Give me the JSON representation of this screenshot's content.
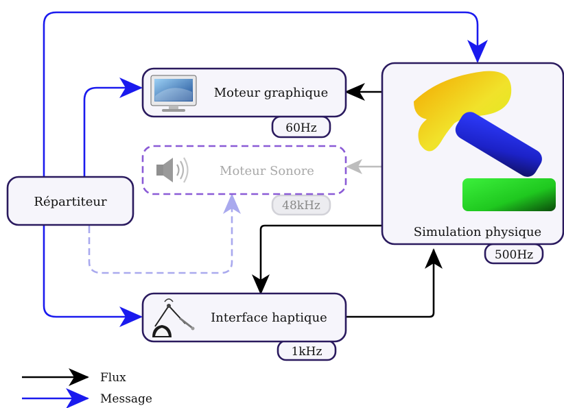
{
  "nodes": {
    "repartiteur": {
      "label": "Répartiteur"
    },
    "moteur_graphique": {
      "label": "Moteur graphique",
      "rate": "60Hz"
    },
    "moteur_sonore": {
      "label": "Moteur Sonore",
      "rate": "48kHz"
    },
    "simulation": {
      "label": "Simulation physique",
      "rate": "500Hz"
    },
    "haptique": {
      "label": "Interface haptique",
      "rate": "1kHz"
    }
  },
  "legend": {
    "flux": "Flux",
    "message": "Message"
  },
  "colors": {
    "flux": "#000000",
    "message": "#1a1aee",
    "message_disabled": "#a9a9ee",
    "flux_disabled": "#bdbdbd",
    "node_border": "#2a1a5e",
    "node_fill": "#f6f5fb",
    "disabled_border": "#8a5ad6",
    "disabled_text": "#a8a8a8"
  }
}
